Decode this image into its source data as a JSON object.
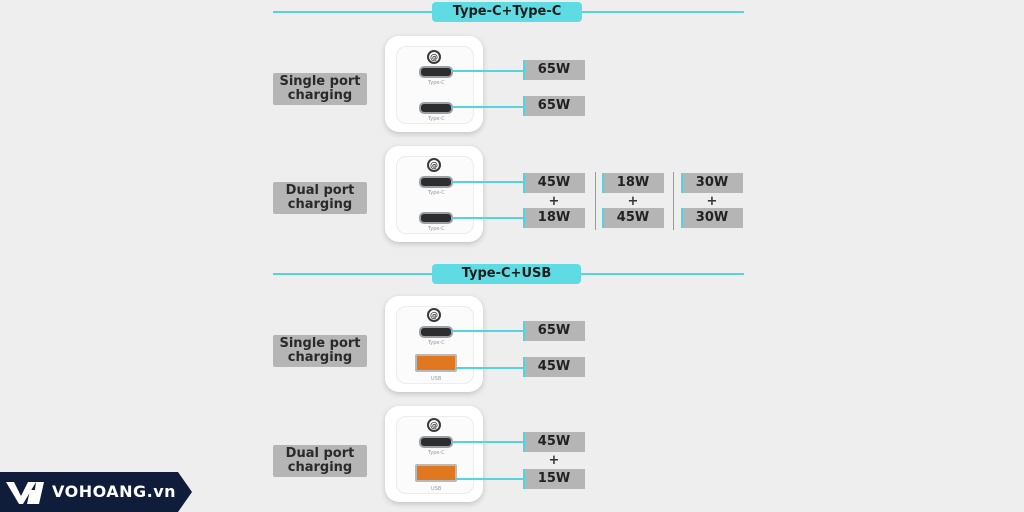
{
  "sections": [
    {
      "title": "Type-C+Type-C",
      "rows": [
        {
          "label": "Single port\ncharging",
          "port1": "Type-C",
          "port2": "Type-C",
          "watts": [
            "65W",
            "65W"
          ]
        },
        {
          "label": "Dual port\ncharging",
          "port1": "Type-C",
          "port2": "Type-C",
          "options": [
            [
              "45W",
              "18W"
            ],
            [
              "18W",
              "45W"
            ],
            [
              "30W",
              "30W"
            ]
          ]
        }
      ]
    },
    {
      "title": "Type-C+USB",
      "rows": [
        {
          "label": "Single port\ncharging",
          "port1": "Type-C",
          "port2": "USB",
          "watts": [
            "65W",
            "45W"
          ]
        },
        {
          "label": "Dual port\ncharging",
          "port1": "Type-C",
          "port2": "USB",
          "watts": [
            "45W",
            "15W"
          ]
        }
      ]
    }
  ],
  "plus": "+",
  "brand": {
    "name": "VOHOANG.vn"
  },
  "colors": {
    "accent": "#5fdbe3",
    "box": "#b5b5b5",
    "brand_bg": "#0f1d3b",
    "usb_port": "#e0781f"
  }
}
